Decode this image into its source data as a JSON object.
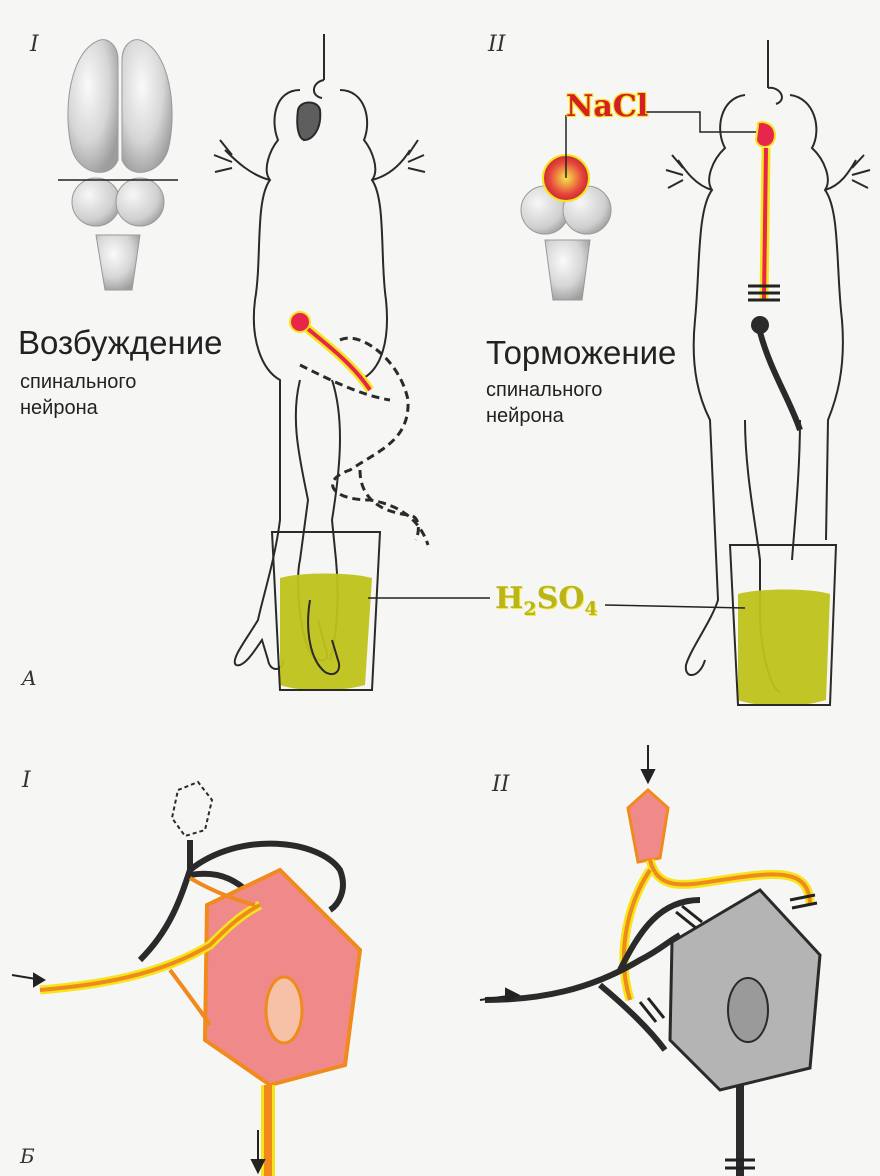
{
  "labels": {
    "panel_a_left_roman": "I",
    "panel_a_right_roman": "II",
    "panel_a_letter": "A",
    "panel_b_left_roman": "I",
    "panel_b_right_roman": "II",
    "panel_b_letter": "Б",
    "nacl": "NaCl",
    "acid_main": "H",
    "acid_sub1": "2",
    "acid_mid": "SO",
    "acid_sub2": "4",
    "excitation_title": "Возбуждение",
    "excitation_line1": "спинального",
    "excitation_line2": "нейрона",
    "inhibition_title": "Торможение",
    "inhibition_line1": "спинального",
    "inhibition_line2": "нейрона"
  },
  "colors": {
    "excitation_red": "#e8254a",
    "signal_yellow": "#f5e51b",
    "signal_orange": "#f08a1c",
    "acid_green": "#bfc21a",
    "neuron_pink": "#f08a8a",
    "neuron_grey": "#b4b4b4",
    "ink": "#2a2a2a"
  }
}
